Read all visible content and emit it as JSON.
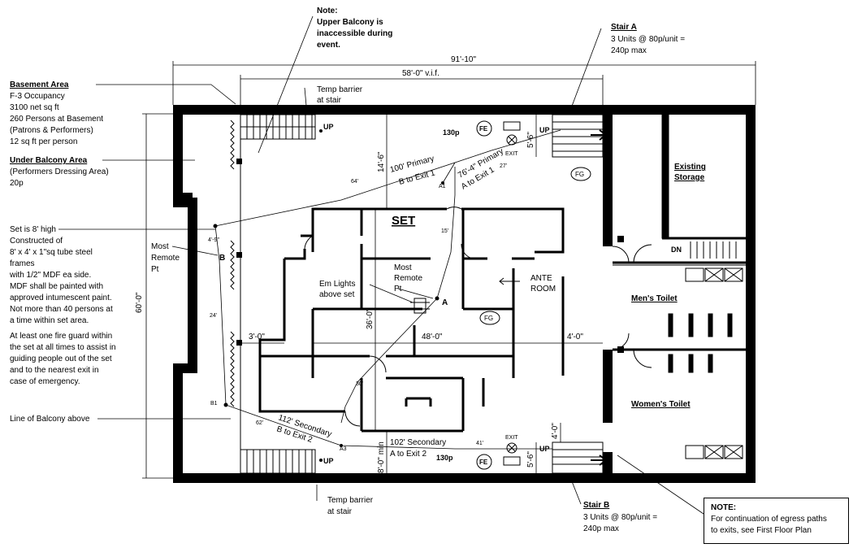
{
  "notes": {
    "balcony_note": [
      "Note:",
      "Upper Balcony is",
      "inaccessible during",
      "event."
    ],
    "basement": {
      "title": "Basement Area",
      "lines": [
        "F-3 Occupancy",
        "3100 net sq ft",
        "260 Persons at Basement",
        "(Patrons & Performers)",
        "12 sq ft per person"
      ]
    },
    "under_balcony": {
      "title": "Under Balcony Area",
      "lines": [
        "(Performers Dressing Area)",
        "20p"
      ]
    },
    "set_notes": [
      "Set is 8' high",
      "Constructed of",
      "8' x 4' x 1\"sq tube steel",
      "frames",
      "with 1/2\" MDF ea side.",
      "MDF shall be painted with",
      "approved intumescent paint.",
      "Not more than 40 persons at",
      "a time within set area."
    ],
    "fire_guard": [
      "At least one fire guard within",
      "the set at all times to assist in",
      "guiding people out of the set",
      "and to the nearest exit in",
      "case of emergency."
    ],
    "balcony_line": "Line of Balcony above",
    "stair_a": {
      "title": "Stair A",
      "lines": [
        "3 Units @ 80p/unit =",
        "240p max"
      ]
    },
    "stair_b": {
      "title": "Stair B",
      "lines": [
        "3 Units @ 80p/unit =",
        "240p max"
      ]
    },
    "temp_barrier_top": [
      "Temp barrier",
      "at stair"
    ],
    "temp_barrier_bottom": [
      "Temp barrier",
      "at stair"
    ],
    "continuation_note": [
      "NOTE:",
      "For continuation of egress paths",
      "to exits, see First Floor Plan"
    ],
    "most_remote_left": [
      "Most",
      "Remote",
      "Pt"
    ],
    "most_remote_inner": [
      "Most",
      "Remote",
      "Pt"
    ],
    "em_lights": [
      "Em Lights",
      "above set"
    ]
  },
  "dimensions": {
    "overall": "91'-10\"",
    "vif": "58'-0\" v.i.f.",
    "height_left": "60'-0\"",
    "d14_6": "14'-6\"",
    "d36_0": "36'-0\"",
    "d48_0": "48'-0\"",
    "d3_0": "3'-0\"",
    "d4_0_right": "4'-0\"",
    "d4_0_bottom": "4'-0\"",
    "d5_6_top": "5'-6\"",
    "d5_6_bottom": "5'-6\"",
    "d8_0_min": "8'-0\" min"
  },
  "rooms": {
    "set": "SET",
    "ante": [
      "ANTE",
      "ROOM"
    ],
    "storage": [
      "Existing",
      "Storage"
    ],
    "mens": "Men's Toilet",
    "womens": "Women's Toilet"
  },
  "egress": {
    "primary_b": [
      "100' Primary",
      "B to Exit 1"
    ],
    "primary_a": [
      "76'-4\" Primary",
      "A to Exit 1"
    ],
    "secondary_b": [
      "112' Secondary",
      "B to Exit 2"
    ],
    "secondary_a": [
      "102' Secondary",
      "A to Exit 2"
    ],
    "seg_64": "64'",
    "seg_27": "27'",
    "seg_15": "15'",
    "seg_24": "24'",
    "seg_30": "30'",
    "seg_62": "62'",
    "seg_41": "41'",
    "seg_4_9": "4'-9\"",
    "pt_a": "A",
    "pt_b": "B",
    "pt_a1": "A1",
    "pt_a3": "A3",
    "pt_b1": "B1"
  },
  "symbols": {
    "fe": "FE",
    "fg": "FG",
    "exit": "EXIT",
    "up": "UP",
    "dn": "DN",
    "occ_top": "130p",
    "occ_bottom": "130p"
  }
}
